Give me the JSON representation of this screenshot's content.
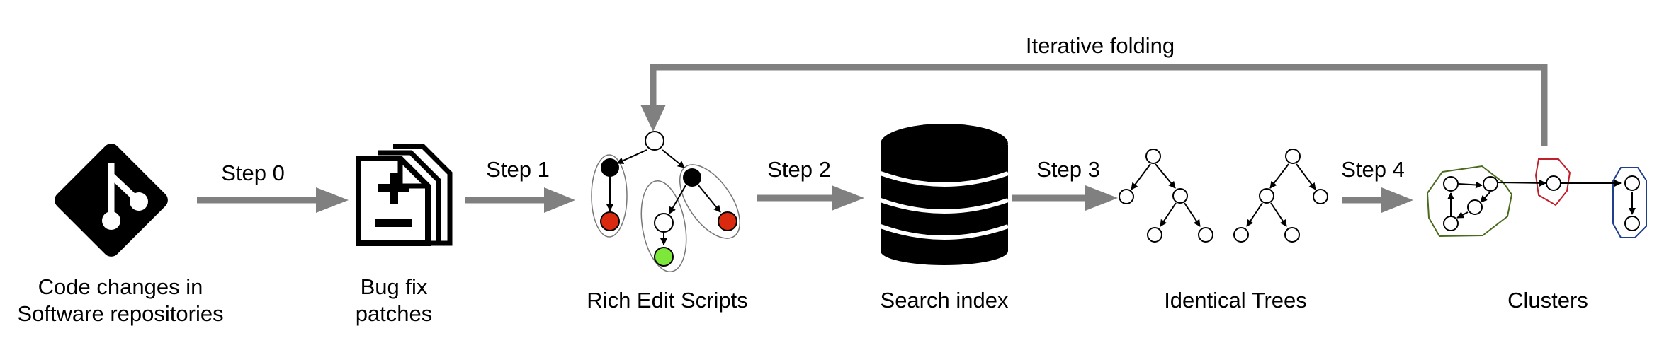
{
  "diagram": {
    "steps": {
      "step0": "Step 0",
      "step1": "Step 1",
      "step2": "Step 2",
      "step3": "Step 3",
      "step4": "Step 4"
    },
    "loop_label": "Iterative folding",
    "stages": {
      "code_changes": {
        "line1": "Code changes in",
        "line2": "Software repositories",
        "icon": "git-icon"
      },
      "bug_fix": {
        "line1": "Bug fix",
        "line2": "patches",
        "icon": "patch-file-icon"
      },
      "rich_edit": {
        "label": "Rich Edit Scripts",
        "icon": "edit-script-tree-icon"
      },
      "search_index": {
        "label": "Search index",
        "icon": "database-icon"
      },
      "identical_trees": {
        "label": "Identical Trees",
        "icon": "tree-pair-icon"
      },
      "clusters": {
        "label": "Clusters",
        "icon": "cluster-graph-icon"
      }
    },
    "colors": {
      "arrow": "#808080",
      "red_node": "#d9290f",
      "green_node": "#7ee83a",
      "cluster_green": "#4a6b1e",
      "cluster_red": "#c0202a",
      "cluster_blue": "#1f3f8c"
    }
  }
}
